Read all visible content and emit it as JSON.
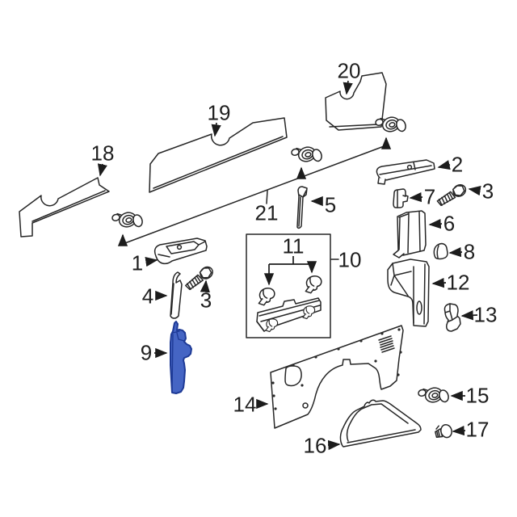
{
  "diagram": {
    "background": "#ffffff",
    "line_color": "#262626",
    "highlight": {
      "part": "9",
      "fill": "#4565c4",
      "stroke": "#1e3a96"
    },
    "callouts": {
      "c1": "1",
      "c2": "2",
      "c3a": "3",
      "c3b": "3",
      "c4": "4",
      "c5": "5",
      "c6": "6",
      "c7": "7",
      "c8": "8",
      "c9": "9",
      "c10": "10",
      "c11": "11",
      "c12": "12",
      "c13": "13",
      "c14": "14",
      "c15": "15",
      "c16": "16",
      "c17": "17",
      "c18": "18",
      "c19": "19",
      "c20": "20",
      "c21": "21"
    }
  }
}
